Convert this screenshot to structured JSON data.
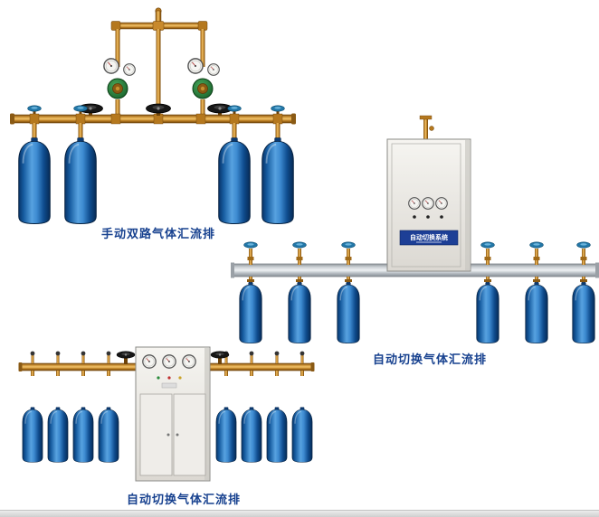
{
  "page": {
    "background": "#ffffff",
    "caption_color": "#17418f"
  },
  "figures": {
    "manual_dual": {
      "caption": "手动双路气体汇流排"
    },
    "auto_rail": {
      "caption": "自动切换气体汇流排"
    },
    "auto_cabinet": {
      "caption": "自动切换气体汇流排"
    }
  },
  "cabinet_plate": {
    "text": "自动切换系统"
  },
  "colors": {
    "cylinder_blue": "#3d8ad0",
    "brass_pipe": "#c98f35",
    "rail_steel": "#ccd1d5",
    "cabinet_body": "#efede9",
    "plate_blue": "#1d3f96"
  }
}
